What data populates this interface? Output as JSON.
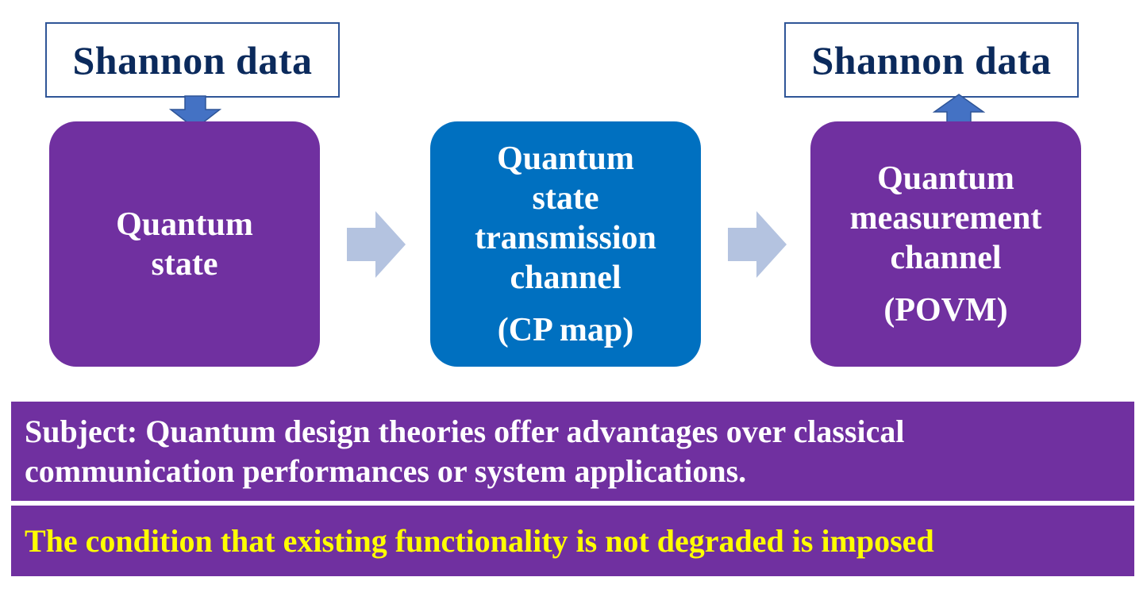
{
  "shannon_left": {
    "label": "Shannon data"
  },
  "shannon_right": {
    "label": "Shannon data"
  },
  "boxes": [
    {
      "lines": [
        "Quantum",
        "state"
      ],
      "sub": "",
      "color": "#7030a0"
    },
    {
      "lines": [
        "Quantum",
        "state",
        "transmission",
        "channel"
      ],
      "sub": "(CP map)",
      "color": "#0070c0"
    },
    {
      "lines": [
        "Quantum",
        "measurement",
        "channel"
      ],
      "sub": "(POVM)",
      "color": "#7030a0"
    }
  ],
  "subject": {
    "line1": "Subject: Quantum design theories offer advantages over classical",
    "line2": "communication performances or system applications."
  },
  "condition": {
    "text": "The condition that existing functionality is not degraded is imposed",
    "color": "#ffff00"
  },
  "colors": {
    "band_background": "#7030a0",
    "shannon_text": "#0b2a5c",
    "flow_arrow": "#b4c3e0",
    "io_arrow": "#4472c4"
  }
}
